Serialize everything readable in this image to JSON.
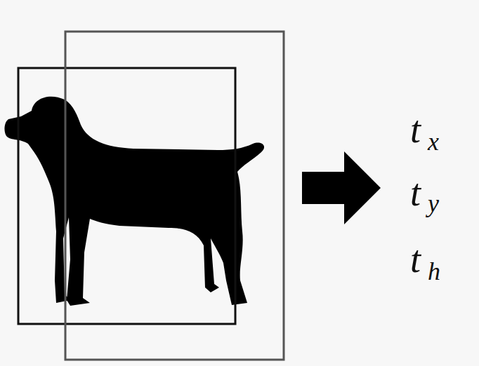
{
  "diagram": {
    "labels": [
      "t",
      "x",
      "t",
      "y",
      "t",
      "h"
    ]
  }
}
